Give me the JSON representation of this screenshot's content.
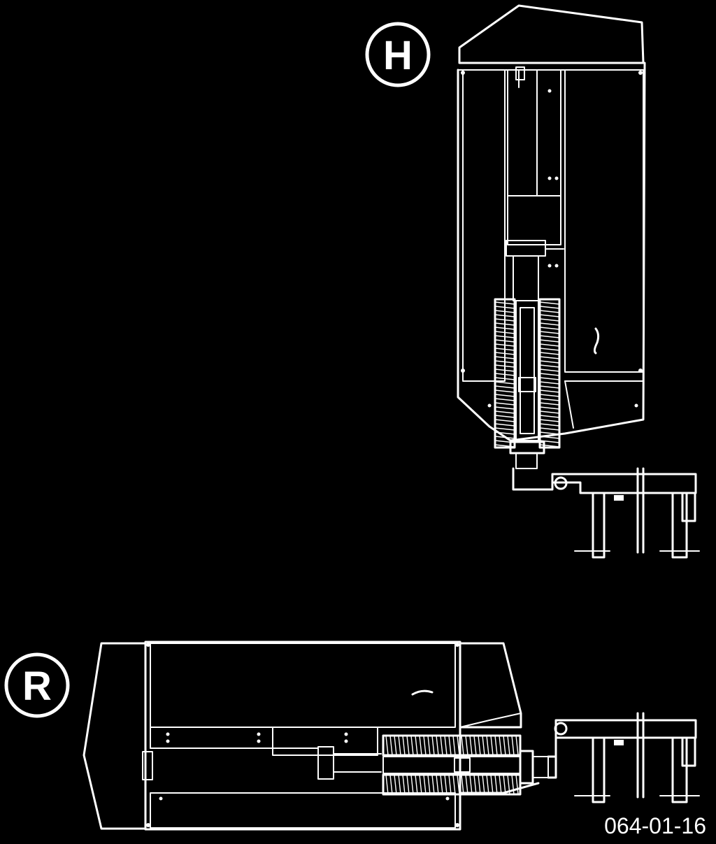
{
  "view_h": {
    "label": "H"
  },
  "view_r": {
    "label": "R"
  },
  "figure_ref": "064-01-16"
}
